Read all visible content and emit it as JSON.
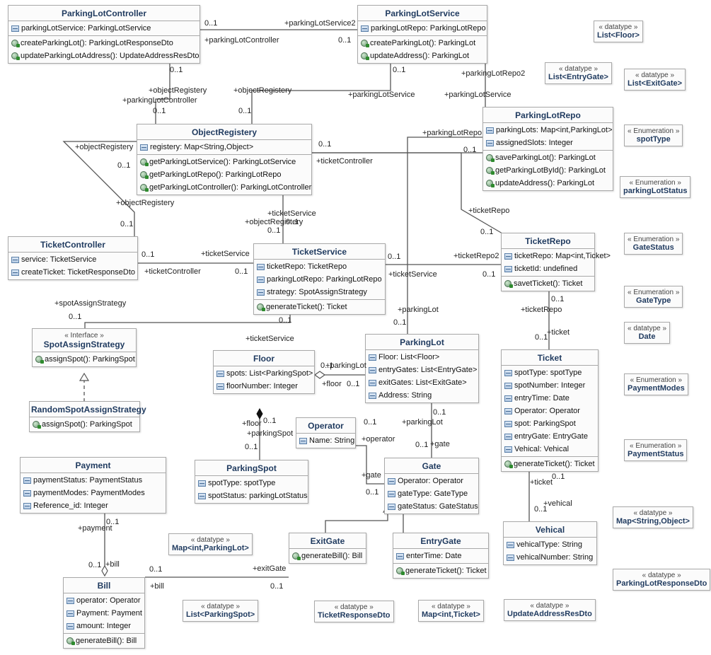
{
  "classes": {
    "plc": {
      "name": "ParkingLotController",
      "attributes": [
        "parkingLotService: ParkingLotService"
      ],
      "operations": [
        "createParkingLot(): ParkingLotResponseDto",
        "updateParkingLotAddress(): UpdateAddressResDto"
      ]
    },
    "pls": {
      "name": "ParkingLotService",
      "attributes": [
        "parkingLotRepo: ParkingLotRepo"
      ],
      "operations": [
        "createParkingLot(): ParkingLot",
        "updateAddress(): ParkingLot"
      ]
    },
    "or": {
      "name": "ObjectRegistery",
      "attributes": [
        "registery: Map<String,Object>"
      ],
      "operations": [
        "getParkingLotService(): ParkingLotService",
        "getParkingLotRepo(): ParkingLotRepo",
        "getParkingLotController(): ParkingLotController"
      ]
    },
    "plr": {
      "name": "ParkingLotRepo",
      "attributes": [
        "parkingLots: Map<int,ParkingLot>",
        "assignedSlots: Integer"
      ],
      "operations": [
        "saveParkingLot(): ParkingLot",
        "getParkingLotById(): ParkingLot",
        "updateAddress(): ParkingLot"
      ]
    },
    "tc": {
      "name": "TicketController",
      "attributes": [
        "service: TicketService",
        "createTicket: TicketResponseDto"
      ],
      "operations": []
    },
    "ts": {
      "name": "TicketService",
      "attributes": [
        "ticketRepo: TicketRepo",
        "parkingLotRepo: ParkingLotRepo",
        "strategy: SpotAssignStrategy"
      ],
      "operations": [
        "generateTicket(): Ticket"
      ]
    },
    "tr": {
      "name": "TicketRepo",
      "attributes": [
        "ticketRepo: Map<int,Ticket>",
        "ticketId: undefined"
      ],
      "operations": [
        "savetTicket(): Ticket"
      ]
    },
    "sas": {
      "name": "SpotAssignStrategy",
      "stereotype": "« Interface »",
      "attributes": [],
      "operations": [
        "assignSpot(): ParkingSpot"
      ]
    },
    "rsas": {
      "name": "RandomSpotAssignStrategy",
      "attributes": [],
      "operations": [
        "assignSpot(): ParkingSpot"
      ]
    },
    "floor": {
      "name": "Floor",
      "attributes": [
        "spots: List<ParkingSpot>",
        "floorNumber: Integer"
      ],
      "operations": []
    },
    "pl": {
      "name": "ParkingLot",
      "attributes": [
        "Floor: List<Floor>",
        "entryGates: List<EntryGate>",
        "exitGates: List<ExitGate>",
        "Address: String"
      ],
      "operations": []
    },
    "ticket": {
      "name": "Ticket",
      "attributes": [
        "spotType: spotType",
        "spotNumber: Integer",
        "entryTime: Date",
        "Operator: Operator",
        "spot: ParkingSpot",
        "entryGate: EntryGate",
        "Vehical: Vehical"
      ],
      "operations": [
        "generateTicket(): Ticket"
      ]
    },
    "operator": {
      "name": "Operator",
      "attributes": [
        "Name: String"
      ],
      "operations": []
    },
    "ps": {
      "name": "ParkingSpot",
      "attributes": [
        "spotType: spotType",
        "spotStatus: parkingLotStatus"
      ],
      "operations": []
    },
    "payment": {
      "name": "Payment",
      "attributes": [
        "paymentStatus: PaymentStatus",
        "paymentModes: PaymentModes",
        "Reference_id: Integer"
      ],
      "operations": []
    },
    "gate": {
      "name": "Gate",
      "attributes": [
        "Operator: Operator",
        "gateType: GateType",
        "gateStatus: GateStatus"
      ],
      "operations": []
    },
    "vehical": {
      "name": "Vehical",
      "attributes": [
        "vehicalType: String",
        "vehicalNumber: String"
      ],
      "operations": []
    },
    "exitgate": {
      "name": "ExitGate",
      "attributes": [],
      "operations": [
        "generateBill(): Bill"
      ]
    },
    "entrygate": {
      "name": "EntryGate",
      "attributes": [
        "enterTime: Date"
      ],
      "operations": [
        "generateTicket(): Ticket"
      ]
    },
    "bill": {
      "name": "Bill",
      "attributes": [
        "operator: Operator",
        "Payment: Payment",
        "amount: Integer"
      ],
      "operations": [
        "generateBill(): Bill"
      ]
    }
  },
  "datatypes": [
    {
      "stereotype": "« datatype »",
      "name": "List<Floor>"
    },
    {
      "stereotype": "« datatype »",
      "name": "List<EntryGate>"
    },
    {
      "stereotype": "« datatype »",
      "name": "List<ExitGate>"
    },
    {
      "stereotype": "« Enumeration »",
      "name": "spotType"
    },
    {
      "stereotype": "« Enumeration »",
      "name": "parkingLotStatus"
    },
    {
      "stereotype": "« Enumeration »",
      "name": "GateStatus"
    },
    {
      "stereotype": "« Enumeration »",
      "name": "GateType"
    },
    {
      "stereotype": "« datatype »",
      "name": "Date"
    },
    {
      "stereotype": "« Enumeration »",
      "name": "PaymentModes"
    },
    {
      "stereotype": "« Enumeration »",
      "name": "PaymentStatus"
    },
    {
      "stereotype": "« datatype »",
      "name": "Map<String,Object>"
    },
    {
      "stereotype": "« datatype »",
      "name": "ParkingLotResponseDto"
    },
    {
      "stereotype": "« datatype »",
      "name": "Map<int,ParkingLot>"
    },
    {
      "stereotype": "« datatype »",
      "name": "List<ParkingSpot>"
    },
    {
      "stereotype": "« datatype »",
      "name": "TicketResponseDto"
    },
    {
      "stereotype": "« datatype »",
      "name": "Map<int,Ticket>"
    },
    {
      "stereotype": "« datatype »",
      "name": "UpdateAddressResDto"
    }
  ],
  "labels": [
    "0..1",
    "+parkingLotService2",
    "+parkingLotController",
    "0..1",
    "0..1",
    "+objectRegistery",
    "+parkingLotController",
    "0..1",
    "0..1",
    "+objectRegistery",
    "+parkingLotService",
    "0..1",
    "+parkingLotRepo2",
    "+parkingLotService",
    "+objectRegistery",
    "0..1",
    "+objectRegistery",
    "0..1",
    "0..1",
    "+parkingLotRepo",
    "+ticketController",
    "0..1",
    "0..1",
    "+ticketService",
    "+objectRegistery",
    "0..1",
    "+ticketRepo",
    "0..1",
    "0..1",
    "+ticketService",
    "+ticketController",
    "0..1",
    "0..1",
    "+ticketRepo2",
    "+ticketService",
    "0..1",
    "+spotAssignStrategy",
    "0..1",
    "0..1",
    "+ticketService",
    "+parkingLot",
    "0..1",
    "0..1",
    "+ticketRepo",
    "0..1",
    "+ticket",
    "0..1",
    "+parkingLot",
    "+floor",
    "0..1",
    "+floor",
    "0..1",
    "+parkingSpot",
    "0..1",
    "0..1",
    "+parkingLot",
    "0..1",
    "+gate",
    "0..1",
    "+operator",
    "+gate",
    "0..1",
    "+ticket",
    "0..1",
    "+vehical",
    "0..1",
    "+payment",
    "0..1",
    "0..1",
    "+bill",
    "0..1",
    "+exitGate",
    "+bill",
    "0..1"
  ]
}
